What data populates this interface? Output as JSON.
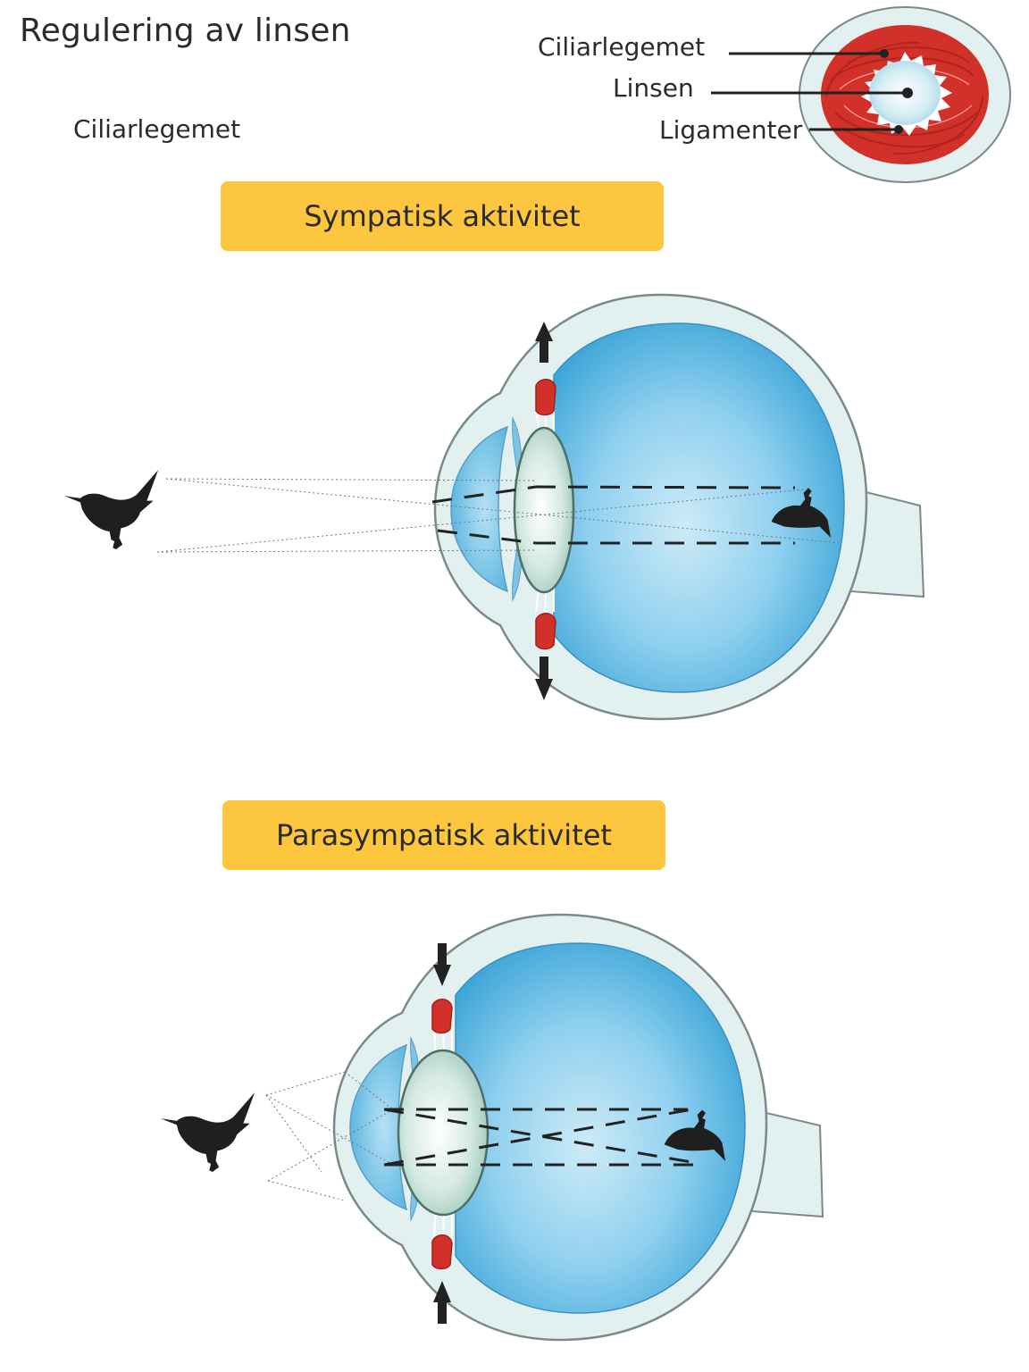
{
  "title": "Regulering av linsen",
  "subtitle": "Ciliarlegemet",
  "inset": {
    "labels": {
      "ciliary_body": "Ciliarlegemet",
      "lens": "Linsen",
      "ligaments": "Ligamenter"
    }
  },
  "panels": [
    {
      "label": "Sympatisk aktivitet",
      "arrow_direction": "outward",
      "lens_shape": "thin"
    },
    {
      "label": "Parasympatisk aktivitet",
      "arrow_direction": "inward",
      "lens_shape": "thick"
    }
  ],
  "colors": {
    "banner": "#fcc73f",
    "ciliary_muscle": "#d2312a",
    "eye_blue": "#4fb3df",
    "sclera": "#e3f0f0",
    "lens": "#cfe6dd",
    "text": "#2b2b2b"
  },
  "icons": [
    "bird-silhouette-icon",
    "arrow-up-icon",
    "arrow-down-icon"
  ]
}
